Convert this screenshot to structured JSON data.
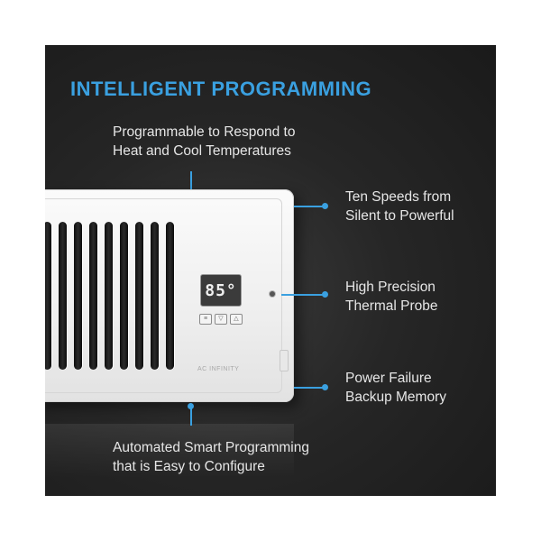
{
  "headline": "INTELLIGENT PROGRAMMING",
  "callouts": {
    "top": [
      "Programmable to Respond to",
      "Heat and Cool Temperatures"
    ],
    "right_1": [
      "Ten Speeds from",
      "Silent to Powerful"
    ],
    "right_2": [
      "High Precision",
      "Thermal Probe"
    ],
    "right_3": [
      "Power Failure",
      "Backup Memory"
    ],
    "bottom": [
      "Automated Smart Programming",
      "that is Easy to Configure"
    ]
  },
  "device": {
    "display_value": "85°",
    "buttons": [
      "≡",
      "▽",
      "△"
    ],
    "brand": "AC INFINITY"
  },
  "colors": {
    "accent": "#3aa0e0",
    "background": "#262626",
    "text": "#e6e6e6"
  }
}
